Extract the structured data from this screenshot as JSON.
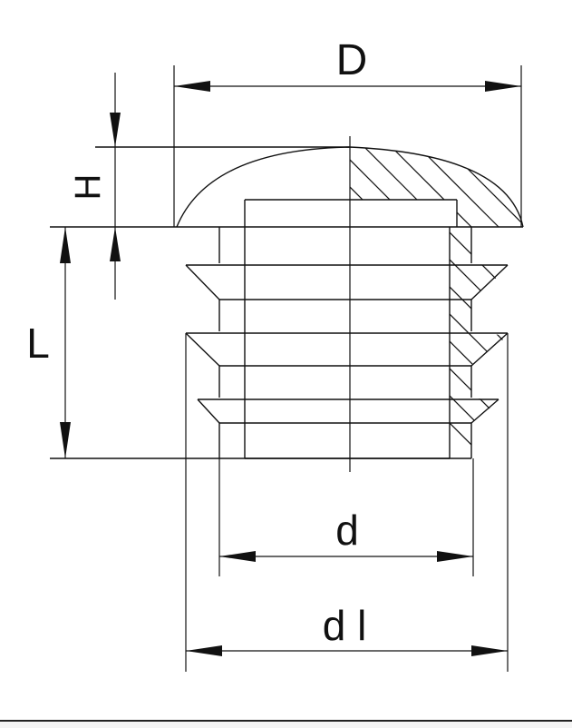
{
  "drawing": {
    "labels": {
      "D": "D",
      "H": "H",
      "L": "L",
      "d": "d",
      "d1": "d l"
    },
    "colors": {
      "ink": "#111111",
      "paper": "#ffffff"
    }
  }
}
